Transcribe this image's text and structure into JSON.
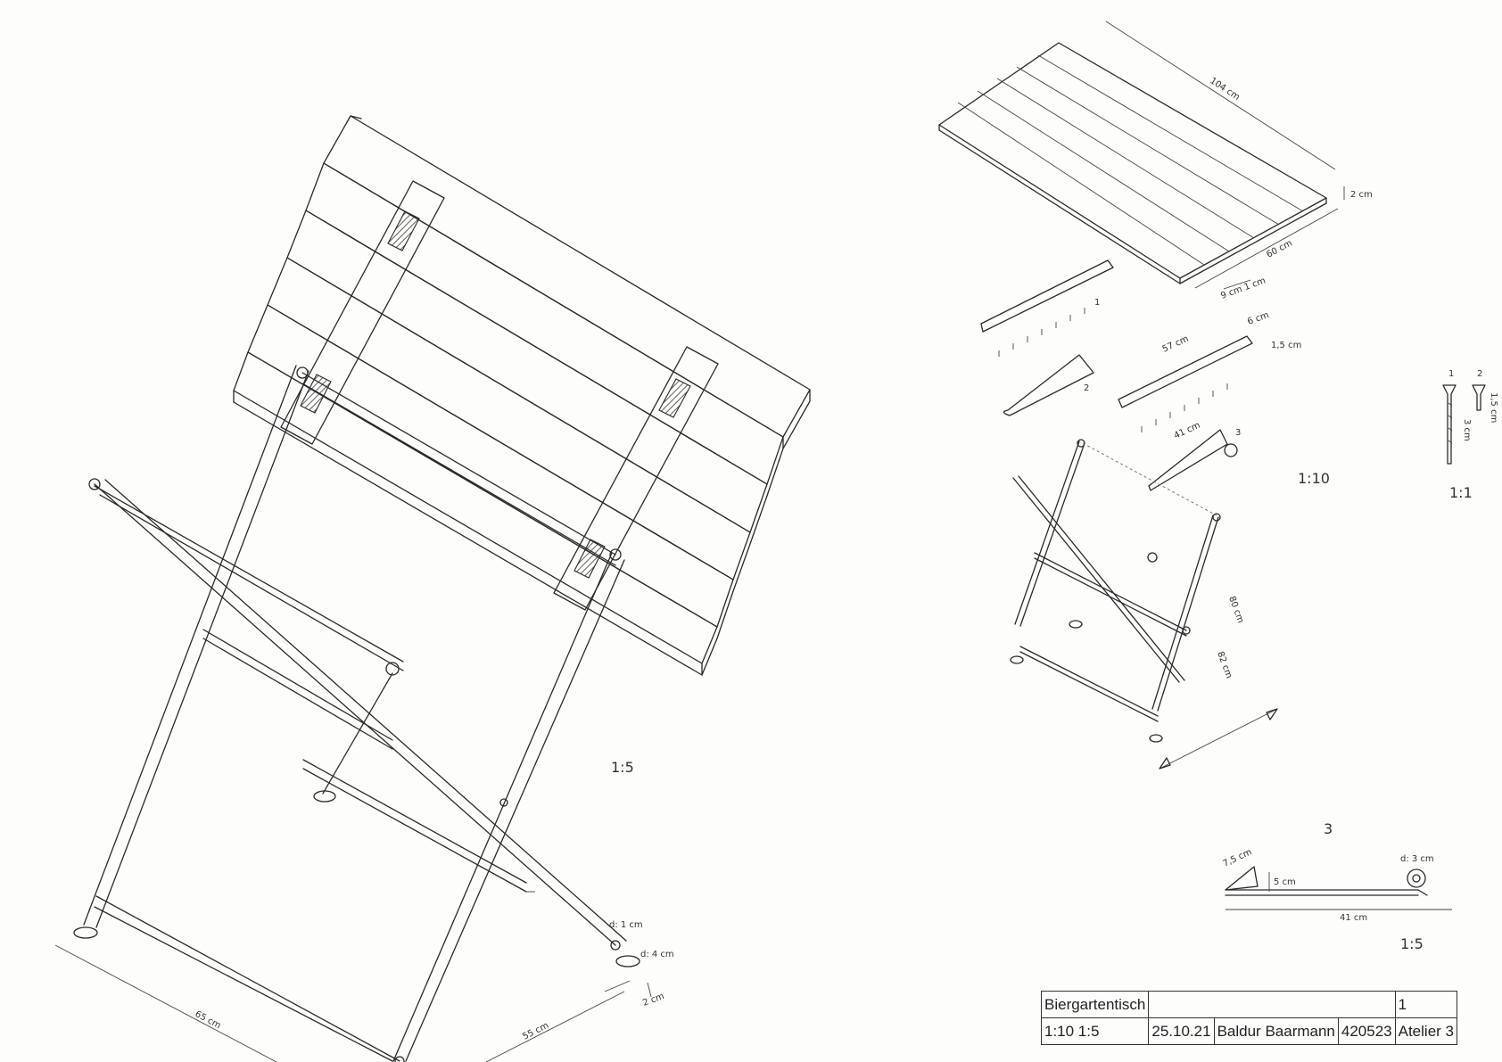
{
  "labels": {
    "scale_main": "1:5",
    "scale_exploded": "1:10",
    "scale_screw": "1:1",
    "scale_hook": "1:5",
    "hook_number": "3",
    "dim_104": "104 cm",
    "dim_2cm_top": "2 cm",
    "dim_60": "60 cm",
    "dim_slat": "9 cm  1 cm",
    "dim_57": "57 cm",
    "dim_6": "6 cm",
    "dim_15": "1,5 cm",
    "dim_41_a": "41 cm",
    "dim_leg_a": "80 cm",
    "dim_leg_b": "82 cm",
    "dim_d1": "d: 1 cm",
    "dim_d4": "d: 4 cm",
    "dim_2cm_foot": "2 cm",
    "dim_65": "65 cm",
    "dim_55": "55 cm",
    "dim_75": "7,5 cm",
    "dim_5": "5 cm",
    "dim_d3": "d: 3 cm",
    "dim_41_b": "41 cm",
    "screw_1": "1",
    "screw_2": "2",
    "screw_len": "3 cm",
    "screw_len2": "1,5 cm",
    "part_1": "1",
    "part_2": "2",
    "part_3": "3"
  },
  "title_block": {
    "title": "Biergartentisch",
    "sheet": "1",
    "scale": "1:10  1:5",
    "date": "25.10.21",
    "author": "Baldur Baarmann",
    "number": "420523",
    "atelier": "Atelier 3"
  }
}
